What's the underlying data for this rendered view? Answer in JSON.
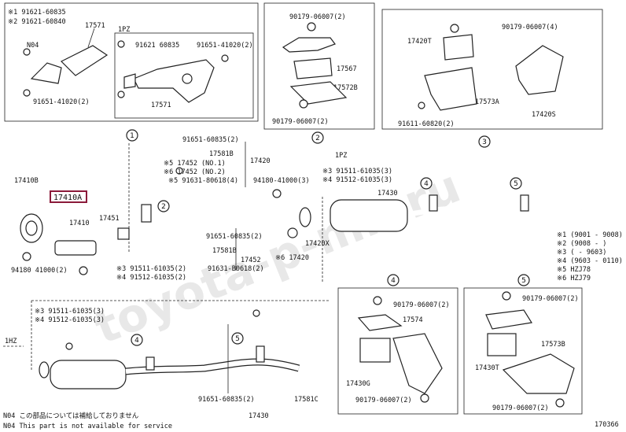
{
  "watermark": "toyota-p-mir.ru",
  "panels": {
    "top_left": {
      "notes": [
        "※1 91621-60835",
        "※2 91621-60840"
      ],
      "labels": [
        "17571",
        "N04",
        "91651-41020(2)",
        "1PZ",
        "91621 60835",
        "91651-41020(2)",
        "17571"
      ]
    },
    "top_mid": {
      "callout": "2",
      "labels": [
        "90179-06007(2)",
        "17567",
        "17572B",
        "90179-06007(2)"
      ]
    },
    "top_right": {
      "callout": "3",
      "labels": [
        "90179-06007(4)",
        "17420T",
        "17573A",
        "91611-60820(2)",
        "17420S"
      ]
    }
  },
  "main": {
    "labels_top": [
      "91651-60835(2)",
      "17581B",
      "※5 17452 (NO.1)",
      "※6 17452 (NO.2)",
      "※5 91631-80618(4)",
      "17420",
      "1PZ",
      "※3 91511-61035(3)",
      "※4 91512-61035(3)",
      "94180-41000(3)",
      "17430"
    ],
    "labels_left": [
      "17410B",
      "17410A",
      "17451",
      "17410",
      "94180 41000(2)",
      "17420X"
    ],
    "labels_bottom": [
      "91651-60835(2)",
      "17581B",
      "17452",
      "※6 17420",
      "91631-B0618(2)",
      "※3 91511-61035(2)",
      "※4 91512-61035(2)"
    ],
    "highlighted_part": "17410A",
    "callouts": [
      "1",
      "2",
      "4",
      "5"
    ]
  },
  "legend": {
    "items": [
      "※1 (9001 - 9008)",
      "※2 (9008 -      )",
      "※3 (      - 9603)",
      "※4 (9603 - 0110)",
      "※5 HZJ78",
      "※6 HZJ79"
    ]
  },
  "lower_left": {
    "engine": "1HZ",
    "labels": [
      "※3 91511-61035(3)",
      "※4 91512-61035(3)",
      "91651-60835(2)",
      "17581C",
      "17430"
    ],
    "callouts": [
      "4",
      "5"
    ]
  },
  "panel4": {
    "callout": "4",
    "labels": [
      "90179-06007(2)",
      "17574",
      "17430G",
      "90179-06007(2)"
    ]
  },
  "panel5": {
    "callout": "5",
    "labels": [
      "90179-06007(2)",
      "17573B",
      "17430T",
      "90179-06007(2)"
    ]
  },
  "footer": {
    "note_jp": "N04 この部品については補給しておりません",
    "note_en": "N04 This part is not available for service",
    "figure_code": "170366"
  }
}
